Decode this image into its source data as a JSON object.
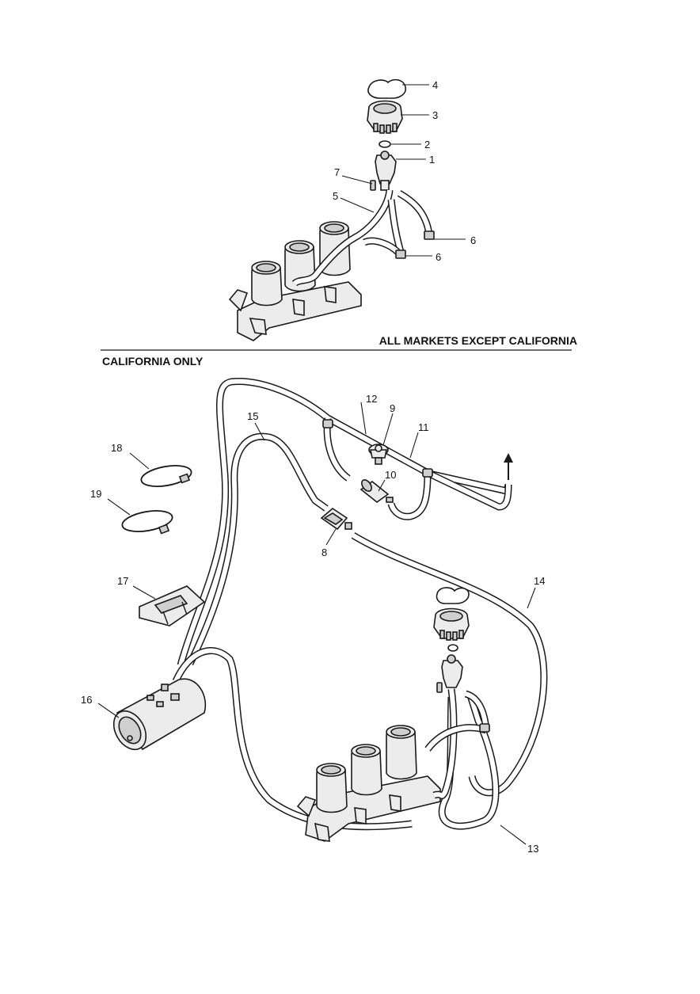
{
  "captions": {
    "all_markets": "ALL MARKETS EXCEPT CALIFORNIA",
    "california": "CALIFORNIA ONLY"
  },
  "upper_callouts": {
    "c4": "4",
    "c3": "3",
    "c2": "2",
    "c1": "1",
    "c7": "7",
    "c5": "5",
    "c6a": "6",
    "c6b": "6"
  },
  "lower_callouts": {
    "c12": "12",
    "c9": "9",
    "c11": "11",
    "c15": "15",
    "c10": "10",
    "c18": "18",
    "c19": "19",
    "c8": "8",
    "c17": "17",
    "c14": "14",
    "c16": "16",
    "c13": "13"
  },
  "colors": {
    "line": "#1a1a1a",
    "part_fill": "#ececec",
    "shade": "#cfcfcf",
    "background": "#ffffff"
  },
  "icons": {
    "flow_arrow": "arrow-up-icon"
  }
}
